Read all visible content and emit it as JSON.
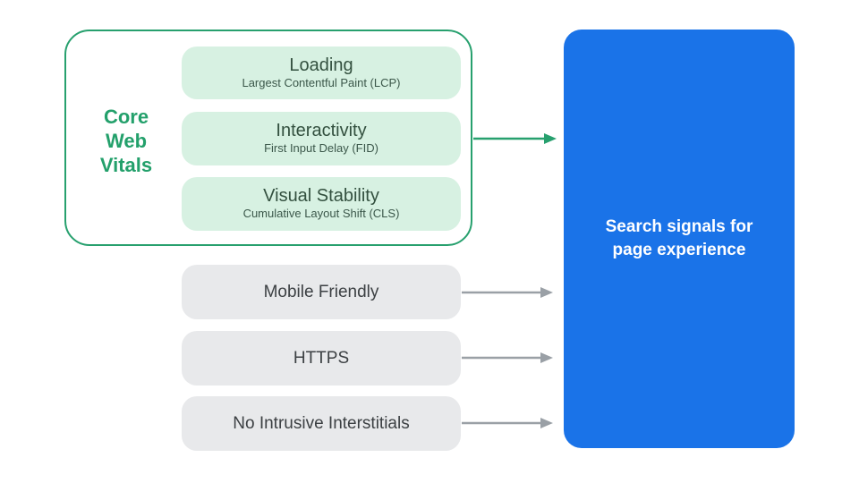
{
  "diagram": {
    "core_web_vitals": {
      "label": "Core Web Vitals",
      "items": [
        {
          "title": "Loading",
          "subtitle": "Largest Contentful Paint (LCP)"
        },
        {
          "title": "Interactivity",
          "subtitle": "First Input Delay (FID)"
        },
        {
          "title": "Visual Stability",
          "subtitle": "Cumulative Layout Shift (CLS)"
        }
      ]
    },
    "other_signals": [
      {
        "label": "Mobile Friendly"
      },
      {
        "label": "HTTPS"
      },
      {
        "label": "No Intrusive Interstitials"
      }
    ],
    "result": {
      "label": "Search signals for page experience"
    },
    "colors": {
      "green_accent": "#23a06b",
      "green_border": "#27a06e",
      "green_pill_bg": "#d7f1e2",
      "green_pill_text": "#33503f",
      "gray_pill_bg": "#e8e9eb",
      "gray_pill_text": "#3c4043",
      "gray_arrow": "#9aa0a6",
      "result_bg": "#1a73e8",
      "result_text": "#ffffff",
      "background": "#ffffff"
    }
  }
}
